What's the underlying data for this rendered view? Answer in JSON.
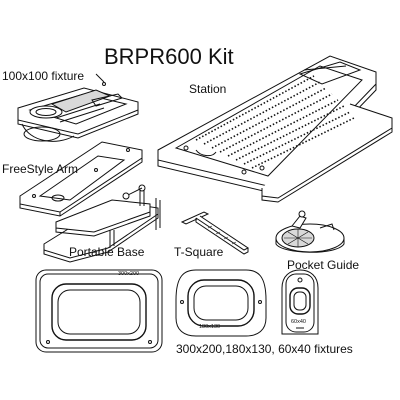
{
  "title": "BRPR600 Kit",
  "labels": {
    "fixture_100": "100x100 fixture",
    "station": "Station",
    "freestyle_arm": "FreeStyle Arm",
    "portable_base": "Portable Base",
    "t_square": "T-Square",
    "pocket_guide": "Pocket Guide",
    "fixtures": "300x200,180x130, 60x40 fixtures"
  },
  "fixture_marks": {
    "f300": "300x200",
    "f180": "180x130",
    "f60": "60x40"
  },
  "colors": {
    "line": "#111111",
    "fill": "#ffffff",
    "shade": "#d9d9d9"
  }
}
